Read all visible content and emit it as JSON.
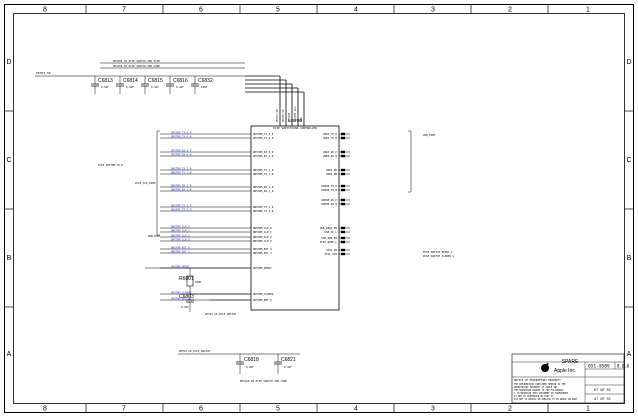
{
  "border": {
    "columns": [
      "8",
      "7",
      "6",
      "5",
      "4",
      "3",
      "2",
      "1"
    ],
    "rows": [
      "D",
      "C",
      "B",
      "A"
    ]
  },
  "main_chip": {
    "refdes": "U6700",
    "value": "PCIE SWITCH/USB CONTROLLER",
    "pins_left": [
      "UPSTRM_TX_0_P",
      "UPSTRM_TX_0_N",
      "UPSTRM_RX_0_P",
      "UPSTRM_RX_0_N",
      "DNSTRM_TX_1_P",
      "DNSTRM_TX_1_N",
      "DNSTRM_RX_1_P",
      "DNSTRM_RX_1_N",
      "DNSTRM_TX_2_P",
      "DNSTRM_TX_2_N",
      "DNSTRM_CLK_0",
      "DNSTRM_CLK_1",
      "DNSTRM_CLK_2",
      "DNSTRM_CLK_3",
      "DNSTRM_RST_0",
      "DNSTRM_RST_1",
      "UPSTRM_PERST",
      "UPSTRM_CLKREQ",
      "UPSTRM_REF_0"
    ],
    "pins_right": [
      "USB3_TX_P",
      "USB3_TX_N",
      "USB3_RX_P",
      "USB3_RX_N",
      "USB2_DP",
      "USB2_DN",
      "USB3B_TX_P",
      "USB3B_TX_N",
      "USB3B_RX_P",
      "USB3B_RX_N",
      "USB_VBUS_EN",
      "USB_OC_L",
      "USB_PWR_EN",
      "PCIE_WAKE_L",
      "XTAL_IN",
      "XTAL_OUT"
    ],
    "pins_top": [
      "PP3V3_S0",
      "PP1V5_S0",
      "PP1V05",
      "PP1V05_PLL",
      "GND"
    ]
  },
  "decoupling_caps": [
    {
      "refdes": "C6813",
      "value": "0.1UF"
    },
    {
      "refdes": "C6814",
      "value": "0.1UF"
    },
    {
      "refdes": "C6815",
      "value": "0.1UF"
    },
    {
      "refdes": "C6816",
      "value": "0.1UF"
    },
    {
      "refdes": "C6832",
      "value": "10UF"
    }
  ],
  "lower_caps": [
    {
      "refdes": "C6818",
      "value": "0.1UF"
    },
    {
      "refdes": "C6821",
      "value": "0.1UF"
    }
  ],
  "resistor": {
    "refdes": "R6801",
    "value": "100K"
  },
  "cap_bottom_left": {
    "refdes": "C6803",
    "value": "0.1UF"
  },
  "nets": {
    "power_in": "PP3V3_S0",
    "rail_1": "PP1V05_S0_PCIE_SWITCH_VDD_PCIE",
    "rail_2": "PP1V05_S0_PCIE_SWITCH_VDD_CORE",
    "pcie_upstream": "PCIE_UPSTRM_TX_P",
    "pcie_clk": "PCIE_CLK_100M",
    "usb_net": "USB_PORT",
    "right_net_1": "PCIE_SWITCH_PERST_L",
    "right_net_2": "PCIE_SWITCH_CLKREQ_L",
    "bottom_net": "PP3V3_S0_PCIE_SWITCH"
  },
  "title_block": {
    "company": "Apple Inc.",
    "project": "SPARE",
    "drawing_number": "051-9589",
    "revision": "8.0.0",
    "sheet": "67 OF 91",
    "sheet_2": "47 OF 91",
    "notice_heading": "NOTICE OF PROPRIETARY PROPERTY",
    "notice_lines": [
      "THE INFORMATION CONTAINED HEREIN IS THE",
      "PROPRIETARY PROPERTY OF APPLE INC.",
      "THE POSSESSOR AGREES TO THE FOLLOWING:",
      "I TO MAINTAIN THIS DOCUMENT IN CONFIDENCE",
      "II NOT TO REPRODUCE OR COPY IT",
      "III NOT TO REVEAL OR PUBLISH IT IN WHOLE OR PART"
    ]
  }
}
